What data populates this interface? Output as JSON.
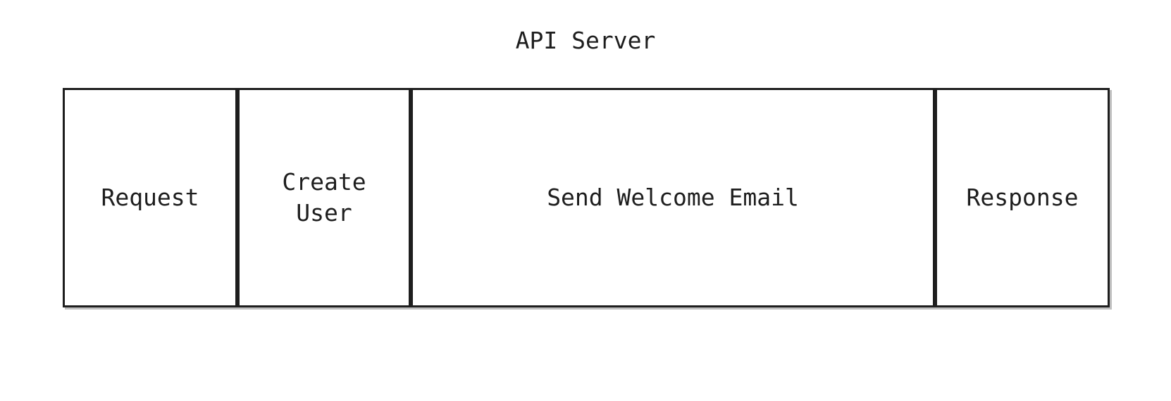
{
  "title": "API Server",
  "spans": [
    {
      "label": "Request"
    },
    {
      "label": "Create\nUser"
    },
    {
      "label": "Send Welcome Email"
    },
    {
      "label": "Response"
    }
  ],
  "colors": {
    "border": "#1e1e1e",
    "text": "#1e1e1e",
    "background": "#ffffff",
    "shadow": "#bfbfbf"
  }
}
